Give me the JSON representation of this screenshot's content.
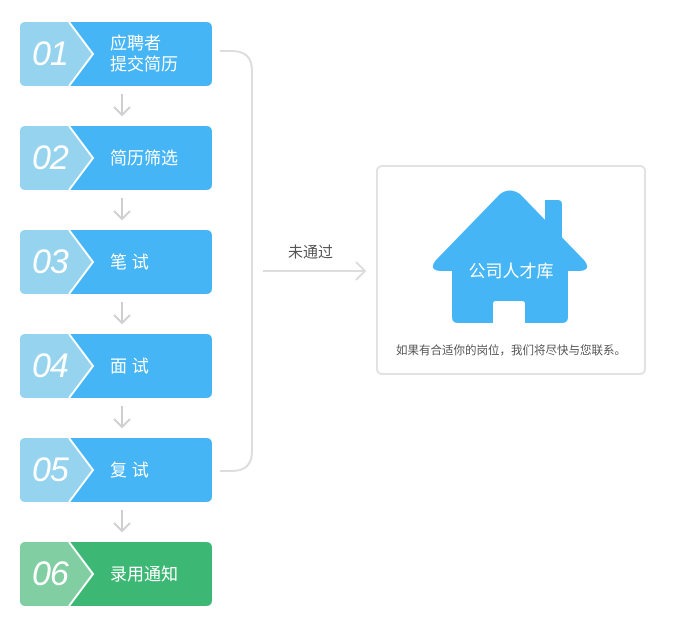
{
  "colors": {
    "blue": "#45b5f6",
    "blue_light": "#95d3ee",
    "green": "#3cb874",
    "green_light": "#80cea2",
    "line": "#dddddd"
  },
  "steps": [
    {
      "num": "01",
      "label": "应聘者\n提交简历"
    },
    {
      "num": "02",
      "label": "简历筛选"
    },
    {
      "num": "03",
      "label": "笔 试"
    },
    {
      "num": "04",
      "label": "面 试"
    },
    {
      "num": "05",
      "label": "复 试"
    },
    {
      "num": "06",
      "label": "录用通知"
    }
  ],
  "rejected_label": "未通过",
  "talent_pool": {
    "title": "公司人才库",
    "message": "如果有合适你的岗位，我们将尽快与您联系。"
  }
}
